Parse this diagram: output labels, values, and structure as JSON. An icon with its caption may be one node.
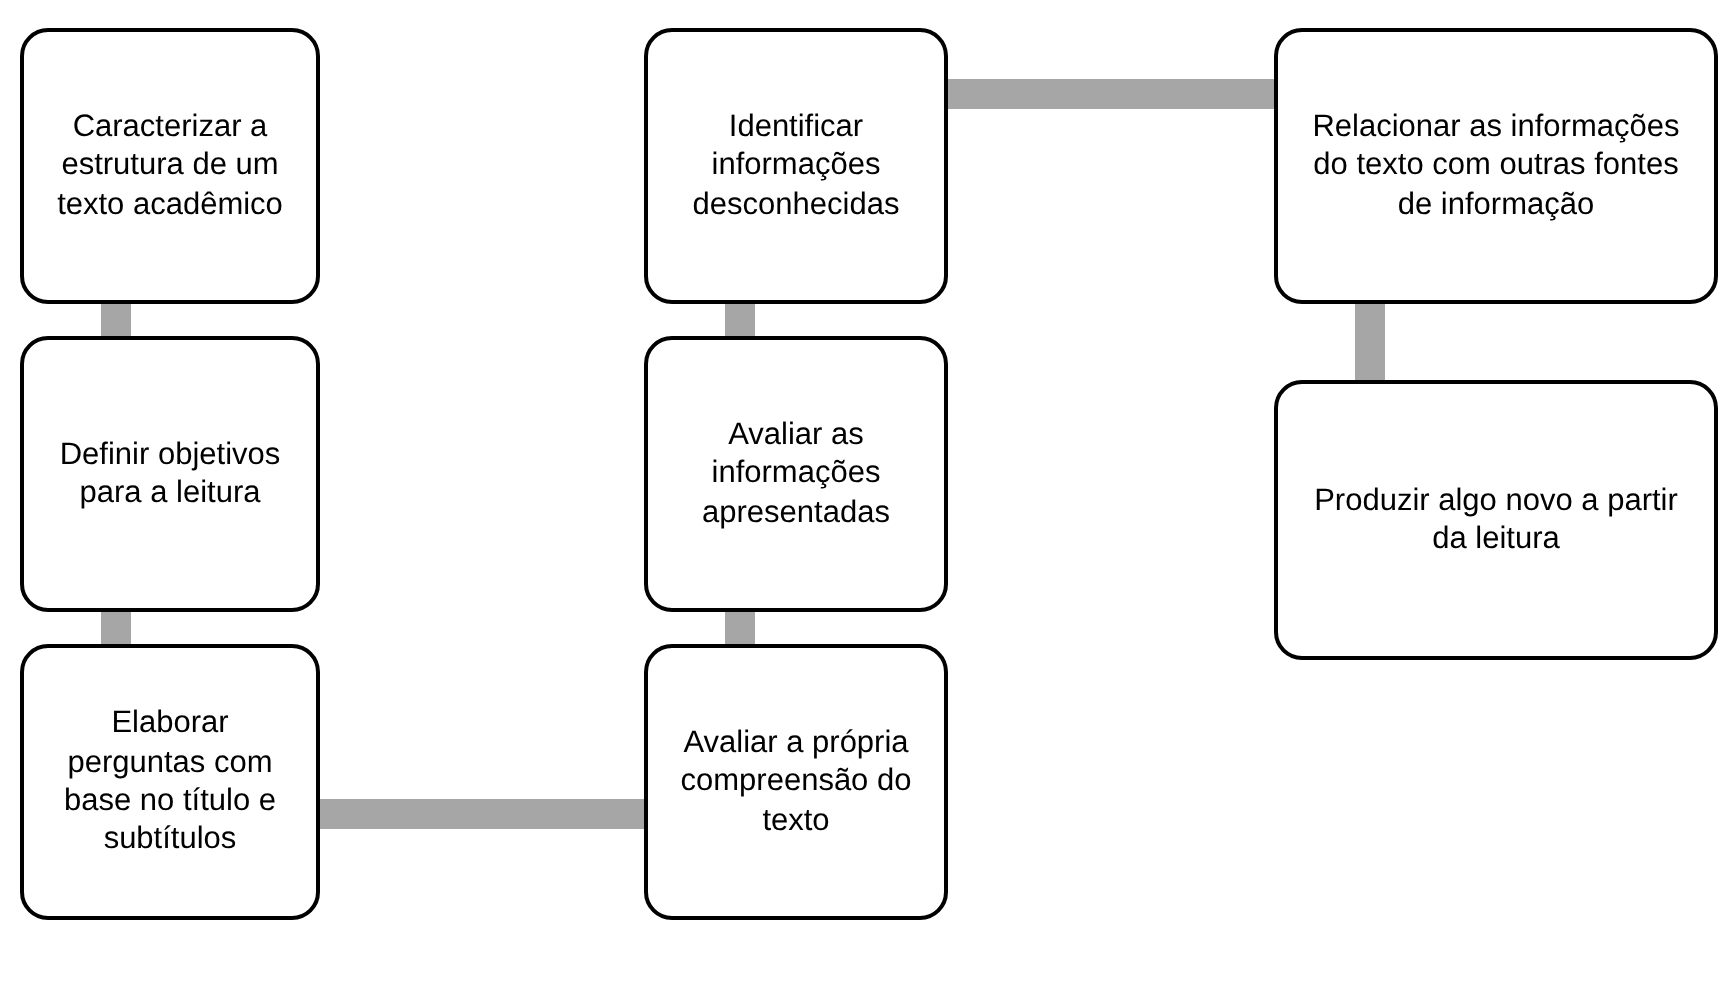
{
  "diagram": {
    "nodes": [
      {
        "text": [
          "Caracterizar a estrutura de um texto acadêmico"
        ]
      },
      {
        "text": [
          "Definir objetivos para a leitura"
        ]
      },
      {
        "text": [
          "Elaborar perguntas com base no título e subtítulos"
        ]
      },
      {
        "text": [
          "Avaliar a própria compreensão do texto"
        ]
      },
      {
        "text": [
          "Avaliar as informações apresentadas"
        ]
      },
      {
        "text": [
          "Identificar informações desconhecidas"
        ]
      },
      {
        "text": [
          "Relacionar as informações do texto com outras fontes de informação"
        ]
      },
      {
        "text": [
          "Produzir algo novo a partir da leitura"
        ]
      }
    ],
    "edges": [
      {
        "from": 0,
        "to": 1,
        "arrow": "none"
      },
      {
        "from": 1,
        "to": 2,
        "arrow": "none"
      },
      {
        "from": 2,
        "to": 3,
        "arrow": "none"
      },
      {
        "from": 3,
        "to": 4,
        "arrow": "none"
      },
      {
        "from": 4,
        "to": 5,
        "arrow": "none"
      },
      {
        "from": 5,
        "to": 6,
        "arrow": "none"
      },
      {
        "from": 6,
        "to": 7,
        "arrow": "none"
      }
    ]
  }
}
